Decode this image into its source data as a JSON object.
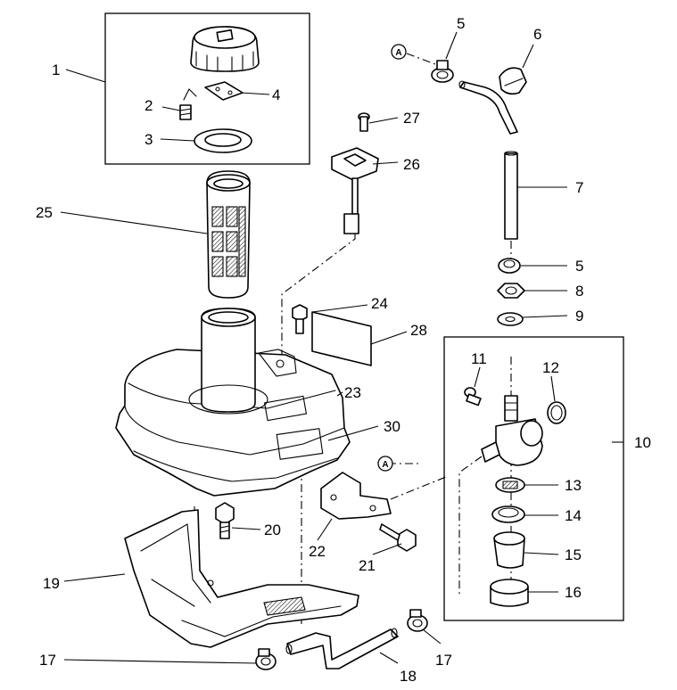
{
  "callouts": [
    {
      "id": "1",
      "text": "1"
    },
    {
      "id": "2",
      "text": "2"
    },
    {
      "id": "3",
      "text": "3"
    },
    {
      "id": "4",
      "text": "4"
    },
    {
      "id": "5a",
      "text": "5"
    },
    {
      "id": "5b",
      "text": "5"
    },
    {
      "id": "6",
      "text": "6"
    },
    {
      "id": "7",
      "text": "7"
    },
    {
      "id": "8",
      "text": "8"
    },
    {
      "id": "9",
      "text": "9"
    },
    {
      "id": "10",
      "text": "10"
    },
    {
      "id": "11",
      "text": "11"
    },
    {
      "id": "12",
      "text": "12"
    },
    {
      "id": "13",
      "text": "13"
    },
    {
      "id": "14",
      "text": "14"
    },
    {
      "id": "15",
      "text": "15"
    },
    {
      "id": "16",
      "text": "16"
    },
    {
      "id": "17a",
      "text": "17"
    },
    {
      "id": "17b",
      "text": "17"
    },
    {
      "id": "18",
      "text": "18"
    },
    {
      "id": "19",
      "text": "19"
    },
    {
      "id": "20",
      "text": "20"
    },
    {
      "id": "21",
      "text": "21"
    },
    {
      "id": "22",
      "text": "22"
    },
    {
      "id": "23",
      "text": "23"
    },
    {
      "id": "24",
      "text": "24"
    },
    {
      "id": "25",
      "text": "25"
    },
    {
      "id": "26",
      "text": "26"
    },
    {
      "id": "27",
      "text": "27"
    },
    {
      "id": "28",
      "text": "28"
    },
    {
      "id": "30",
      "text": "30"
    }
  ],
  "reference_markers": [
    {
      "id": "A1",
      "text": "A"
    },
    {
      "id": "A2",
      "text": "A"
    }
  ]
}
